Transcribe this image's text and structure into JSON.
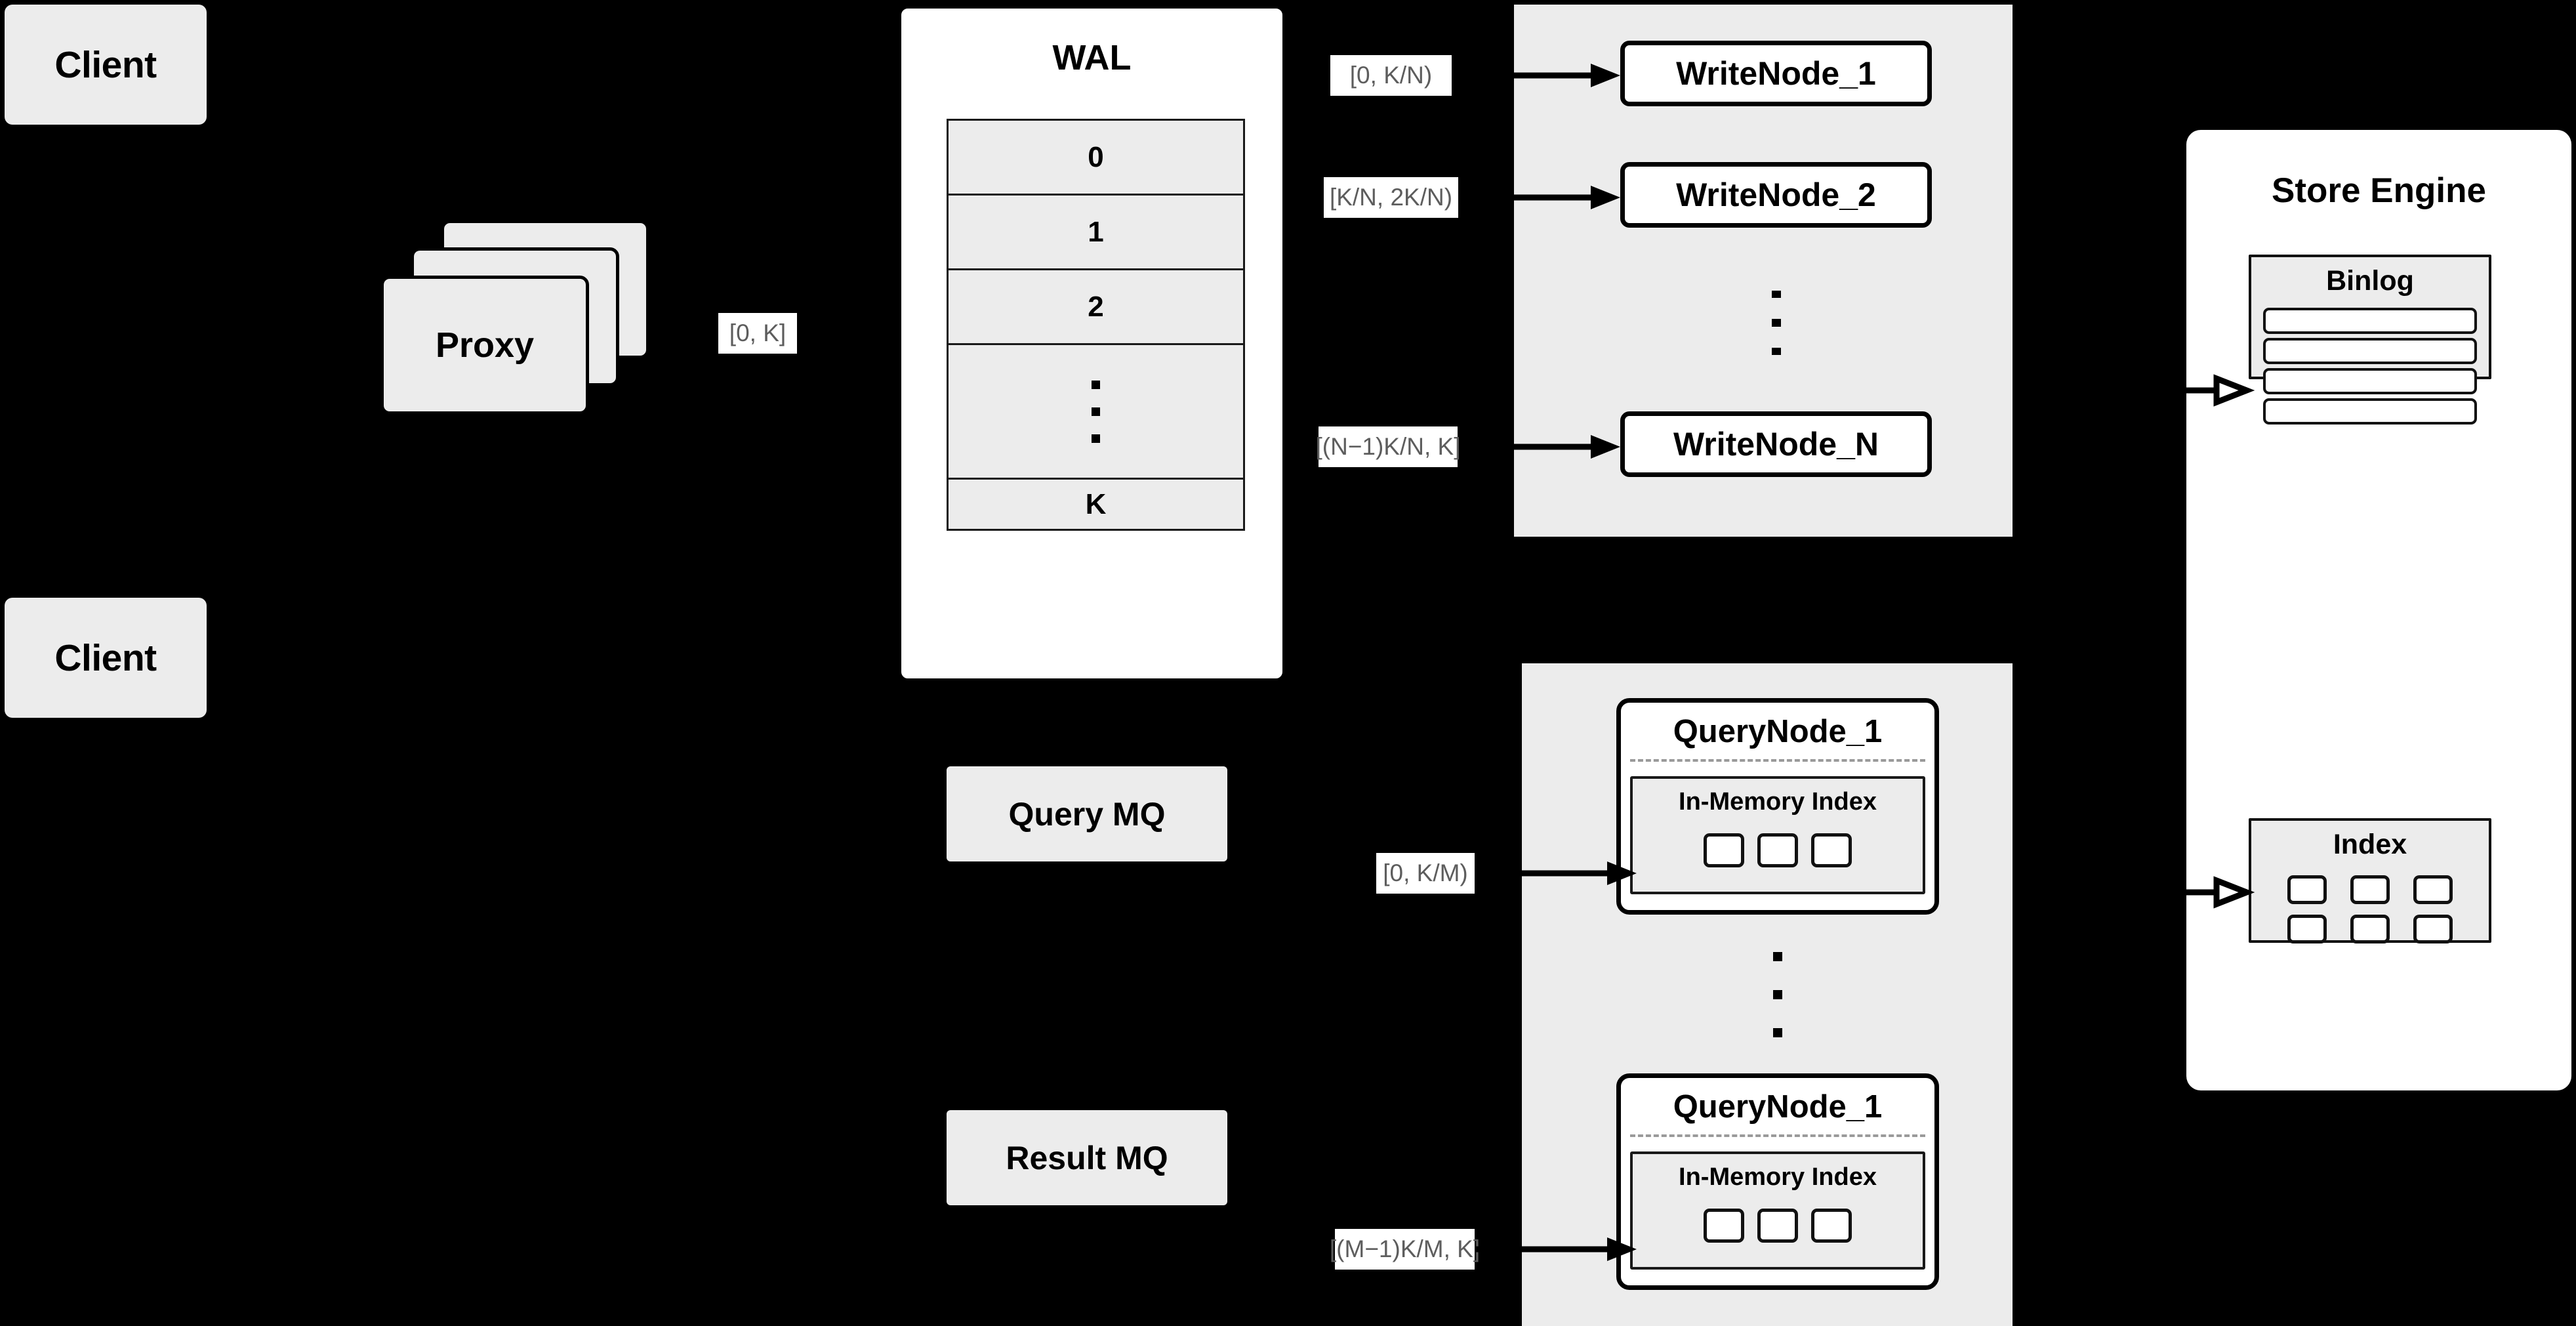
{
  "diagram": {
    "title": "Distributed Write/Query Architecture",
    "background_color": "#000000",
    "box_fill": "#ececec",
    "panel_fill": "#ffffff",
    "stroke_color": "#000000",
    "tag_text_color": "#5d5d5d"
  },
  "clients": [
    {
      "label": "Client"
    },
    {
      "label": "Client"
    }
  ],
  "proxy": {
    "label": "Proxy",
    "stack_count": 3,
    "output_tag": "[0, K]"
  },
  "wal": {
    "title": "WAL",
    "rows": [
      "0",
      "1",
      "2",
      "⋮",
      "K"
    ],
    "ellipsis_row_index": 3
  },
  "write_cluster": {
    "nodes": [
      {
        "label": "WriteNode_1",
        "range_tag": "[0,  K/N)"
      },
      {
        "label": "WriteNode_2",
        "range_tag": "[K/N, 2K/N)"
      },
      {
        "label": "WriteNode_N",
        "range_tag": "[(N−1)K/N,  K]"
      }
    ],
    "ellipsis": "⋮"
  },
  "query_cluster": {
    "nodes": [
      {
        "label": "QueryNode_1",
        "range_tag": "[0, K/M)",
        "index": {
          "title": "In-Memory Index",
          "cell_count": 3
        }
      },
      {
        "label": "QueryNode_1",
        "range_tag": "[(M−1)K/M, K]",
        "index": {
          "title": "In-Memory Index",
          "cell_count": 3
        }
      }
    ],
    "ellipsis": "⋮"
  },
  "message_queues": [
    {
      "label": "Query MQ"
    },
    {
      "label": "Result MQ"
    }
  ],
  "store_engine": {
    "title": "Store Engine",
    "binlog": {
      "title": "Binlog",
      "row_count": 4
    },
    "index": {
      "title": "Index",
      "cell_count": 6
    }
  }
}
